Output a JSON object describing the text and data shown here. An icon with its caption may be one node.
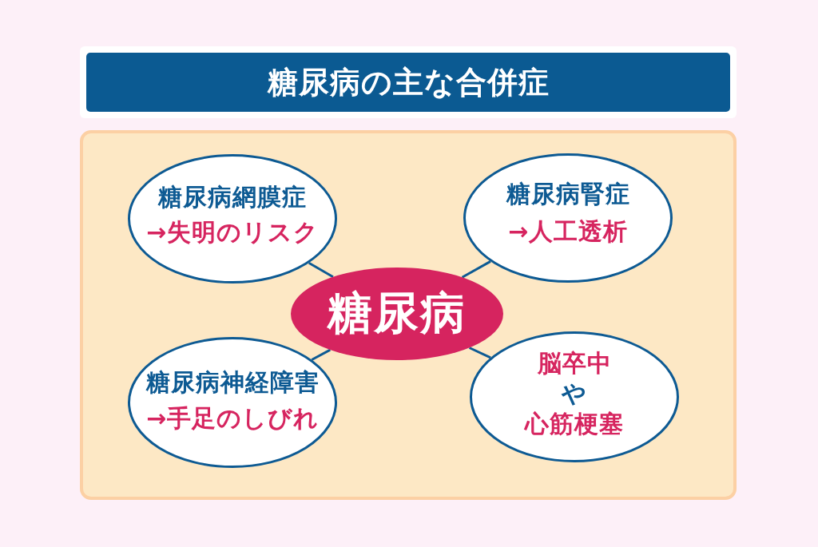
{
  "diagram": {
    "title": "糖尿病の主な合併症",
    "nodes": [
      {
        "text": [
          "糖尿病網膜症",
          "→失明のリスク"
        ]
      },
      {
        "text": [
          "糖尿病腎症",
          "→人工透析"
        ]
      },
      {
        "text": [
          "糖尿病"
        ]
      },
      {
        "text": [
          "糖尿病神経障害",
          "→手足のしびれ"
        ]
      },
      {
        "text": [
          "脳卒中",
          "や",
          "心筋梗塞"
        ]
      }
    ],
    "edges": [
      {
        "from": 2,
        "to": 0,
        "arrow": "none"
      },
      {
        "from": 2,
        "to": 1,
        "arrow": "none"
      },
      {
        "from": 2,
        "to": 3,
        "arrow": "none"
      },
      {
        "from": 2,
        "to": 4,
        "arrow": "none"
      }
    ]
  }
}
